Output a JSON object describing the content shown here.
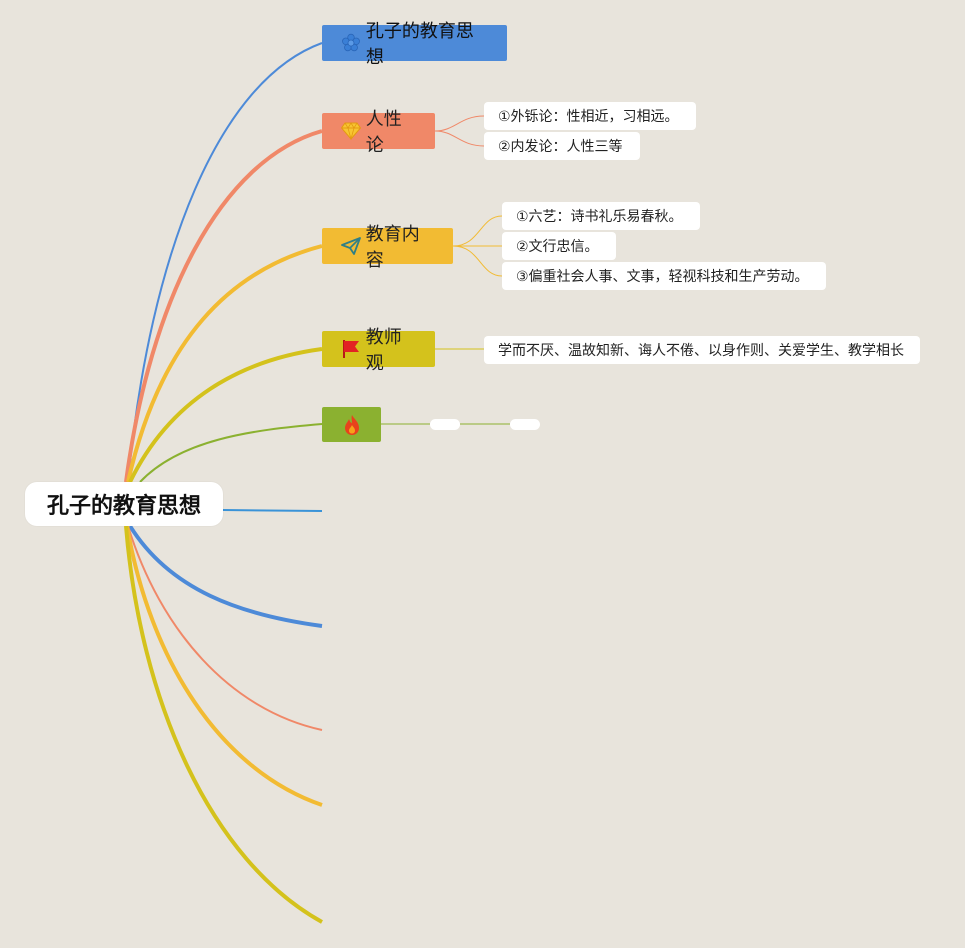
{
  "root": {
    "label": "孔子的教育思想"
  },
  "topics": [
    {
      "label": "孔子的教育思想",
      "icon": "blue-flower-icon",
      "color": "#4d8ad8"
    },
    {
      "label": "人性论",
      "icon": "diamond-icon",
      "color": "#f08868",
      "children": [
        "①外铄论：性相近，习相远。",
        "②内发论：人性三等"
      ]
    },
    {
      "label": "教育内容",
      "icon": "paper-plane-icon",
      "color": "#f2bb33",
      "children": [
        "①六艺：诗书礼乐易春秋。",
        "②文行忠信。",
        "③偏重社会人事、文事，轻视科技和生产劳动。"
      ]
    },
    {
      "label": "教师观",
      "icon": "red-flag-icon",
      "color": "#d4c21c",
      "children": [
        "学而不厌、温故知新、诲人不倦、以身作则、关爱学生、教学相长"
      ]
    },
    {
      "label": "",
      "icon": "fire-icon",
      "color": "#8bb130"
    }
  ],
  "empty_branch_colors": [
    "#3a93d8",
    "#4d8ad8",
    "#f08868",
    "#f2bb33",
    "#d4c21c"
  ]
}
